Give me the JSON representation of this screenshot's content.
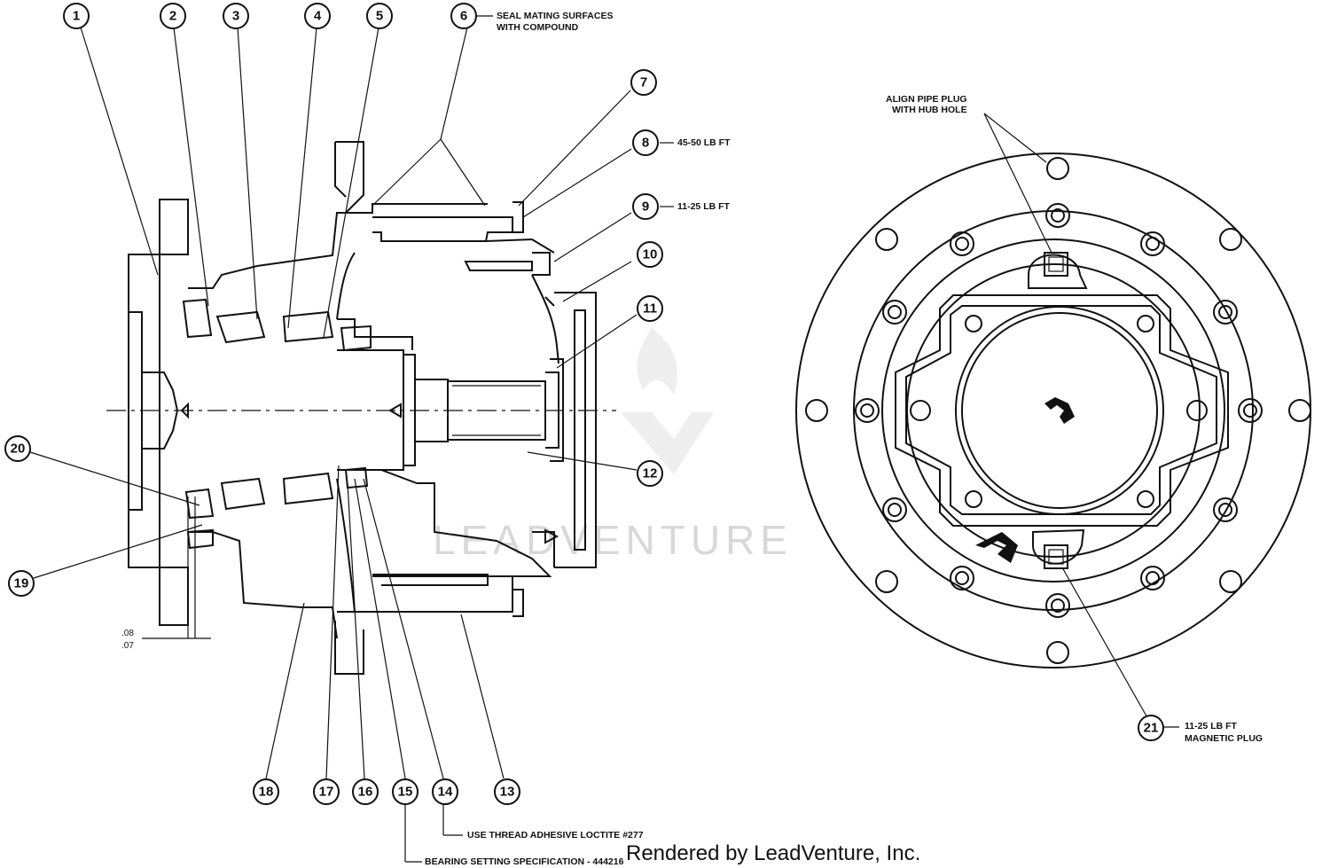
{
  "callouts": {
    "c1": "1",
    "c2": "2",
    "c3": "3",
    "c4": "4",
    "c5": "5",
    "c6": "6",
    "c7": "7",
    "c8": "8",
    "c9": "9",
    "c10": "10",
    "c11": "11",
    "c12": "12",
    "c13": "13",
    "c14": "14",
    "c15": "15",
    "c16": "16",
    "c17": "17",
    "c18": "18",
    "c19": "19",
    "c20": "20",
    "c21": "21"
  },
  "notes": {
    "seal_line1": "SEAL MATING SURFACES",
    "seal_line2": "WITH COMPOUND",
    "torque_8": "45-50 LB FT",
    "torque_9": "11-25 LB FT",
    "align_line1": "ALIGN PIPE PLUG",
    "align_line2": "WITH HUB HOLE",
    "torque_21_line1": "11-25 LB FT",
    "torque_21_line2": "MAGNETIC PLUG",
    "loctite": "USE THREAD ADHESIVE LOCTITE #277",
    "bearing": "BEARING SETTING SPECIFICATION - 444216"
  },
  "dimensions": {
    "upper": ".08",
    "lower": ".07"
  },
  "watermark": "LEADVENTURE",
  "footer": "Rendered by LeadVenture, Inc."
}
